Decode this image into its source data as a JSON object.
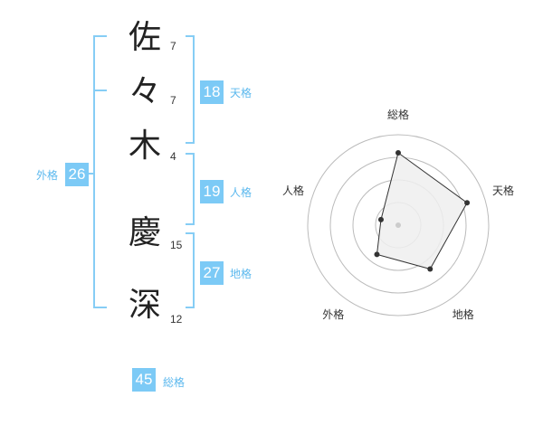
{
  "name_chars": [
    {
      "char": "佐",
      "strokes": "7"
    },
    {
      "char": "々",
      "strokes": "7"
    },
    {
      "char": "木",
      "strokes": "4"
    },
    {
      "char": "慶",
      "strokes": "15"
    },
    {
      "char": "深",
      "strokes": "12"
    }
  ],
  "fortunes": {
    "tenkaku": {
      "value": "18",
      "label": "天格"
    },
    "jinkaku": {
      "value": "19",
      "label": "人格"
    },
    "chikaku": {
      "value": "27",
      "label": "地格"
    },
    "gaikaku": {
      "value": "26",
      "label": "外格"
    },
    "soukaku": {
      "value": "45",
      "label": "総格"
    }
  },
  "colors": {
    "accent": "#7ccaf6",
    "bracket": "#86cdf5",
    "label": "#5bb8ee"
  },
  "chart_data": {
    "type": "radar",
    "axes": [
      "総格",
      "天格",
      "地格",
      "外格",
      "人格"
    ],
    "values": [
      4,
      4,
      3,
      2,
      1
    ],
    "scale_max": 5,
    "rings": 4
  }
}
